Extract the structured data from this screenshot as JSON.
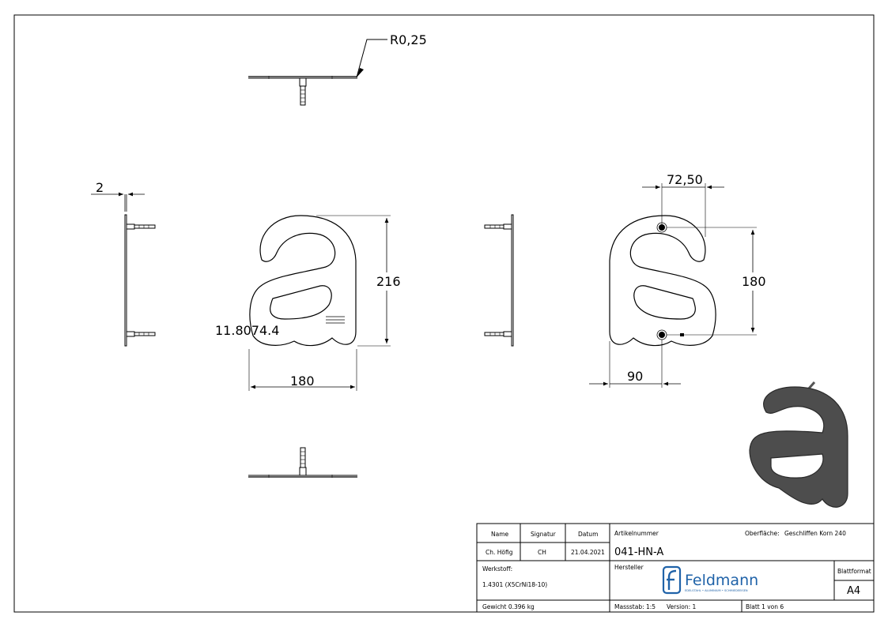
{
  "drawing": {
    "view_top": {
      "radius_label": "R0,25"
    },
    "view_left": {
      "thickness_label": "2"
    },
    "view_front": {
      "height_label": "216",
      "width_label": "180",
      "overlay_number": "11.8074.4"
    },
    "view_back": {
      "hole_offset_label": "72,50",
      "hole_spacing_label": "180",
      "hole_x_label": "90"
    }
  },
  "title_block": {
    "headers": {
      "name": "Name",
      "signatur": "Signatur",
      "datum": "Datum"
    },
    "row": {
      "name": "Ch. Höfig",
      "signatur": "CH",
      "datum": "21.04.2021"
    },
    "werkstoff_label": "Werkstoff:",
    "werkstoff_value": "1.4301 (X5CrNi18-10)",
    "gewicht": "Gewicht 0.396 kg",
    "artikelnummer_label": "Artikelnummer",
    "artikelnummer_value": "041-HN-A",
    "oberflaeche_label": "Oberfläche:",
    "oberflaeche_value": "Geschliffen Korn 240",
    "hersteller_label": "Hersteller",
    "logo_text": "Feldmann",
    "logo_subtext": "EDELSTAHL • ALUMINIUM • SCHMIEDEEISEN",
    "blattformat_label": "Blattformat",
    "blattformat_value": "A4",
    "massstab": "Massstab: 1:5",
    "version": "Version: 1",
    "blatt": "Blatt 1 von 6"
  },
  "colors": {
    "line": "#000000",
    "render_fill": "#4d4d4d"
  }
}
